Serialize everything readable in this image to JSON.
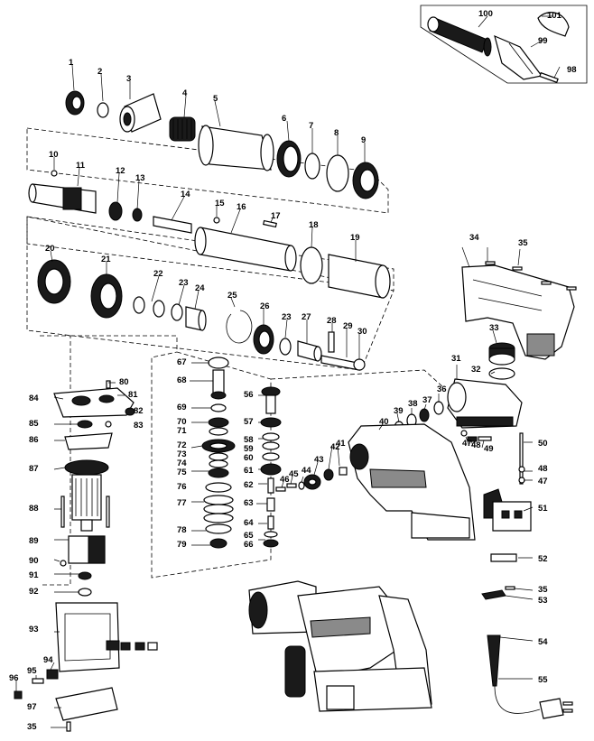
{
  "diagram": {
    "labels": [
      "1",
      "2",
      "3",
      "4",
      "5",
      "6",
      "7",
      "8",
      "9",
      "10",
      "11",
      "12",
      "13",
      "14",
      "15",
      "16",
      "17",
      "18",
      "19",
      "20",
      "21",
      "22",
      "23",
      "24",
      "25",
      "26",
      "23",
      "27",
      "28",
      "29",
      "30",
      "31",
      "32",
      "33",
      "34",
      "35",
      "36",
      "37",
      "38",
      "39",
      "40",
      "41",
      "42",
      "43",
      "44",
      "45",
      "46",
      "47",
      "48",
      "49",
      "50",
      "48",
      "47",
      "51",
      "52",
      "35",
      "53",
      "54",
      "55",
      "56",
      "57",
      "58",
      "59",
      "60",
      "61",
      "62",
      "63",
      "64",
      "65",
      "66",
      "67",
      "68",
      "69",
      "70",
      "71",
      "72",
      "73",
      "74",
      "75",
      "76",
      "77",
      "78",
      "79",
      "80",
      "81",
      "82",
      "83",
      "84",
      "85",
      "86",
      "87",
      "88",
      "89",
      "90",
      "91",
      "92",
      "93",
      "94",
      "95",
      "96",
      "97",
      "35",
      "98",
      "99",
      "100",
      "101"
    ]
  }
}
